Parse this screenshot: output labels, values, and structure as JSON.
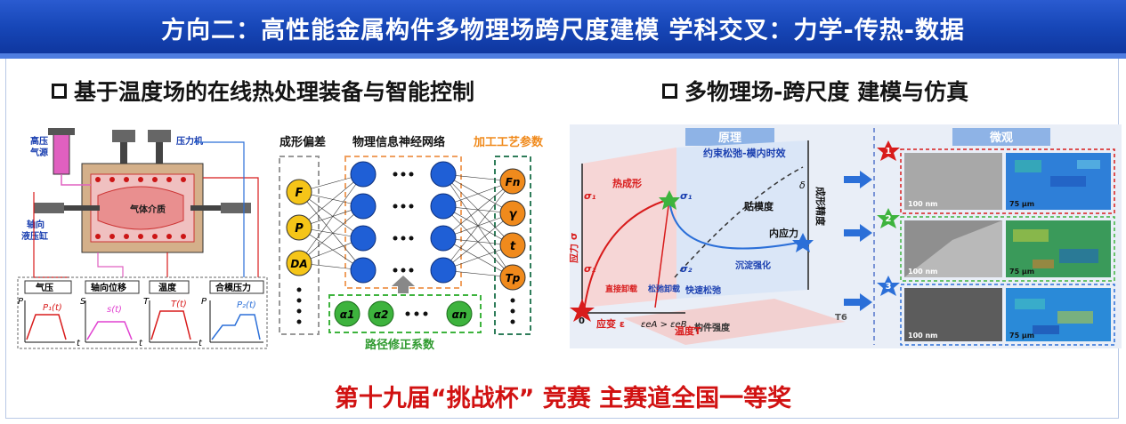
{
  "header": {
    "title": "方向二：高性能金属构件多物理场跨尺度建模 学科交叉：力学-传热-数据"
  },
  "left_section": {
    "title": "基于温度场的在线热处理装备与智能控制",
    "equipment": {
      "label_gas_source": [
        "高压",
        "气源"
      ],
      "label_press": "压力机",
      "label_medium": "气体介质",
      "label_cylinder": [
        "轴向",
        "液压缸"
      ],
      "panels": [
        {
          "label": "气压",
          "axis_p": "P",
          "axis_p_sub": "1",
          "axis_t": "t",
          "curve": "P₁(t)",
          "color": "#d81b1b"
        },
        {
          "label": "轴向位移",
          "axis_p": "S",
          "axis_p_sub": "",
          "axis_t": "t",
          "curve": "s(t)",
          "color": "#e040d0"
        },
        {
          "label": "温度",
          "axis_p": "T",
          "axis_p_sub": "",
          "axis_t": "t",
          "curve": "T(t)",
          "color": "#d81b1b"
        },
        {
          "label": "合模压力",
          "axis_p": "P",
          "axis_p_sub": "2",
          "axis_t": "t",
          "curve": "P₂(t)",
          "color": "#2b6fd8"
        }
      ]
    },
    "network": {
      "label_deviation": "成形偏差",
      "label_network": "物理信息神经网络",
      "label_params": "加工工艺参数",
      "label_coeffs": "路径修正系数",
      "inputs": [
        "F",
        "P",
        "DA"
      ],
      "outputs": [
        "Fn",
        "γ",
        "t",
        "Tp"
      ],
      "coeffs": [
        "α1",
        "α2",
        "αn"
      ],
      "colors": {
        "input": "#f5c518",
        "hidden": "#1f5fd6",
        "output": "#f08a1c",
        "coeff": "#3db33d"
      }
    }
  },
  "right_section": {
    "title": "多物理场-跨尺度 建模与仿真",
    "principle_label": "原理",
    "micro_label": "微观",
    "chart_labels": {
      "hot_forming": "热成形",
      "constrained_relax": "约束松弛-模内时效",
      "fit": "贴模度",
      "internal_stress": "内应力",
      "precip": "沉淀强化",
      "direct_unload": "直接卸载",
      "relax_unload": "松弛卸载",
      "fast_relax": "快速松弛",
      "component_strength": "构件强度",
      "strain": "应变 ε",
      "temp": "温度T",
      "stress": "应力 σ",
      "forming_precision": "成形精度",
      "sigma1": "σ₁",
      "sigma2": "σ₂",
      "delta": "δ",
      "t6": "T6",
      "origin": "0",
      "strain_ineq": "εeA > εeB"
    },
    "points": [
      "1",
      "2",
      "3"
    ],
    "scale_nm": "100 nm",
    "scale_um": "75 μm"
  },
  "award": {
    "text": "第十九届“挑战杯” 竞赛 主赛道全国一等奖"
  }
}
